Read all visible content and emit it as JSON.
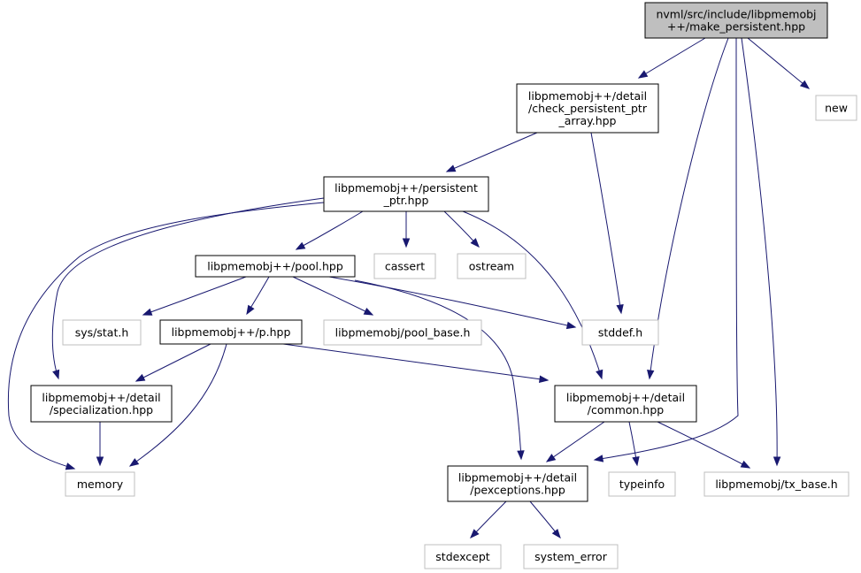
{
  "colors": {
    "edge": "#191970",
    "root_fill": "#bfbfbf",
    "root_border": "#000000",
    "internal_border": "#000000",
    "external_border": "#bfbfbf",
    "text": "#000000"
  },
  "nodes": {
    "make_persistent": {
      "lines": [
        "nvml/src/include/libpmemobj",
        "++/make_persistent.hpp"
      ],
      "kind": "root"
    },
    "check_persistent": {
      "lines": [
        "libpmemobj++/detail",
        "/check_persistent_ptr",
        "_array.hpp"
      ],
      "kind": "internal"
    },
    "new": {
      "lines": [
        "new"
      ],
      "kind": "external"
    },
    "persistent_ptr": {
      "lines": [
        "libpmemobj++/persistent",
        "_ptr.hpp"
      ],
      "kind": "internal"
    },
    "pool": {
      "lines": [
        "libpmemobj++/pool.hpp"
      ],
      "kind": "internal"
    },
    "cassert": {
      "lines": [
        "cassert"
      ],
      "kind": "external"
    },
    "ostream": {
      "lines": [
        "ostream"
      ],
      "kind": "external"
    },
    "sys_stat": {
      "lines": [
        "sys/stat.h"
      ],
      "kind": "external"
    },
    "p_hpp": {
      "lines": [
        "libpmemobj++/p.hpp"
      ],
      "kind": "internal"
    },
    "pool_base": {
      "lines": [
        "libpmemobj/pool_base.h"
      ],
      "kind": "external"
    },
    "stddef": {
      "lines": [
        "stddef.h"
      ],
      "kind": "external"
    },
    "specialization": {
      "lines": [
        "libpmemobj++/detail",
        "/specialization.hpp"
      ],
      "kind": "internal"
    },
    "common": {
      "lines": [
        "libpmemobj++/detail",
        "/common.hpp"
      ],
      "kind": "internal"
    },
    "memory": {
      "lines": [
        "memory"
      ],
      "kind": "external"
    },
    "pexceptions": {
      "lines": [
        "libpmemobj++/detail",
        "/pexceptions.hpp"
      ],
      "kind": "internal"
    },
    "typeinfo": {
      "lines": [
        "typeinfo"
      ],
      "kind": "external"
    },
    "tx_base": {
      "lines": [
        "libpmemobj/tx_base.h"
      ],
      "kind": "external"
    },
    "stdexcept": {
      "lines": [
        "stdexcept"
      ],
      "kind": "external"
    },
    "system_error": {
      "lines": [
        "system_error"
      ],
      "kind": "external"
    }
  },
  "edges": [
    [
      "make_persistent",
      "check_persistent"
    ],
    [
      "make_persistent",
      "new"
    ],
    [
      "make_persistent",
      "common"
    ],
    [
      "make_persistent",
      "pexceptions"
    ],
    [
      "make_persistent",
      "tx_base"
    ],
    [
      "check_persistent",
      "persistent_ptr"
    ],
    [
      "check_persistent",
      "stddef"
    ],
    [
      "persistent_ptr",
      "pool"
    ],
    [
      "persistent_ptr",
      "cassert"
    ],
    [
      "persistent_ptr",
      "ostream"
    ],
    [
      "persistent_ptr",
      "specialization"
    ],
    [
      "persistent_ptr",
      "memory"
    ],
    [
      "persistent_ptr",
      "common"
    ],
    [
      "pool",
      "sys_stat"
    ],
    [
      "pool",
      "p_hpp"
    ],
    [
      "pool",
      "pool_base"
    ],
    [
      "pool",
      "stddef"
    ],
    [
      "pool",
      "pexceptions"
    ],
    [
      "p_hpp",
      "specialization"
    ],
    [
      "p_hpp",
      "memory"
    ],
    [
      "p_hpp",
      "common"
    ],
    [
      "specialization",
      "memory"
    ],
    [
      "common",
      "pexceptions"
    ],
    [
      "common",
      "typeinfo"
    ],
    [
      "common",
      "tx_base"
    ],
    [
      "pexceptions",
      "stdexcept"
    ],
    [
      "pexceptions",
      "system_error"
    ]
  ]
}
